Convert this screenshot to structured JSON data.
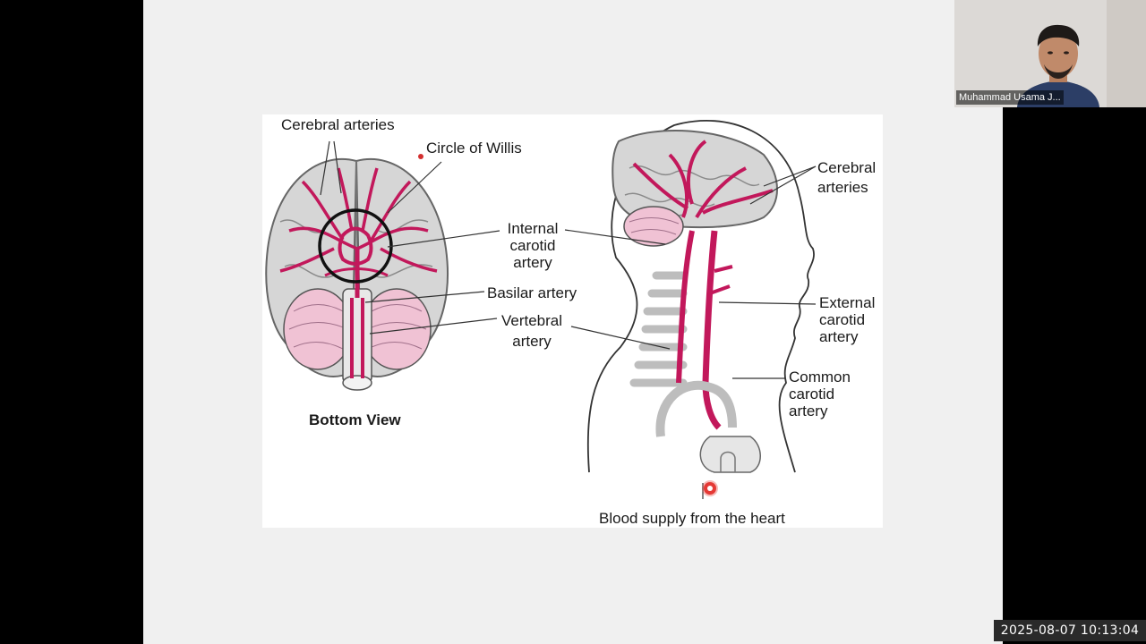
{
  "diagram": {
    "labels": {
      "cerebral_arteries_left": "Cerebral arteries",
      "circle_of_willis": "Circle of Willis",
      "internal_carotid": [
        "Internal",
        "carotid",
        "artery"
      ],
      "basilar": "Basilar artery",
      "vertebral": [
        "Vertebral",
        "artery"
      ],
      "bottom_view": "Bottom View",
      "cerebral_arteries_right": [
        "Cerebral",
        "arteries"
      ],
      "external_carotid": [
        "External",
        "carotid",
        "artery"
      ],
      "common_carotid": [
        "Common",
        "carotid",
        "artery"
      ],
      "blood_supply": "Blood supply from the heart"
    },
    "colors": {
      "artery": "#c2185b",
      "brain": "#d6d6d6",
      "cerebellum": "#f0c2d4"
    }
  },
  "webcam": {
    "participant_name": "Muhammad Usama J..."
  },
  "timestamp": "2025-08-07  10:13:04"
}
